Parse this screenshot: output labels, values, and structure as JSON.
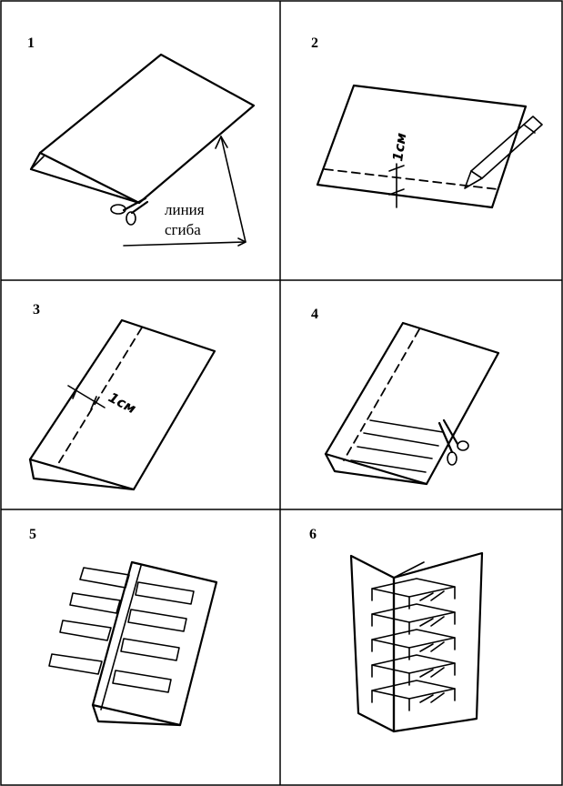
{
  "steps": [
    {
      "number": "1",
      "label_line1": "линия",
      "label_line2": "сгиба"
    },
    {
      "number": "2",
      "measure": "1см"
    },
    {
      "number": "3",
      "measure": "1см"
    },
    {
      "number": "4"
    },
    {
      "number": "5"
    },
    {
      "number": "6"
    }
  ]
}
